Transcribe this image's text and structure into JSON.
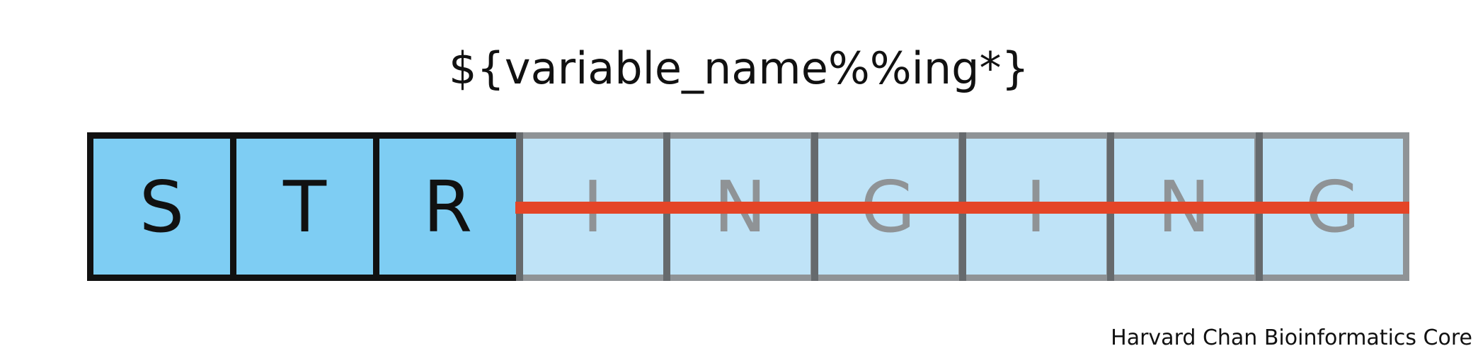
{
  "expression": "${variable_name%%ing*}",
  "kept_chars": [
    "S",
    "T",
    "R"
  ],
  "removed_chars": [
    "I",
    "N",
    "G",
    "I",
    "N",
    "G"
  ],
  "credit": "Harvard Chan Bioinformatics Core",
  "colors": {
    "kept_fill": "#7ecdf3",
    "kept_border": "#111111",
    "removed_fill": "#bfe3f7",
    "removed_border": "#8f9396",
    "strike_line": "#e44527"
  }
}
